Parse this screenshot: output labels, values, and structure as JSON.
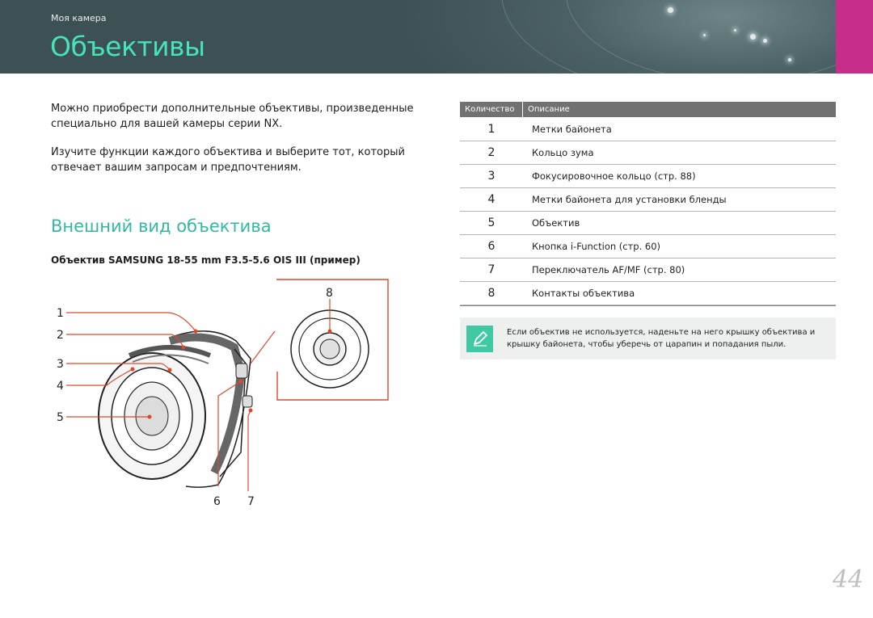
{
  "header": {
    "breadcrumb": "Моя камера",
    "title": "Объективы",
    "accent_color": "#45e5b8",
    "tab_color": "#c72e8c"
  },
  "intro": {
    "paragraph1": "Можно приобрести дополнительные объективы, произведенные специально для вашей камеры серии NX.",
    "paragraph2": "Изучите функции каждого объектива и выберите тот, который отвечает вашим запросам и предпочтениям."
  },
  "section": {
    "title": "Внешний вид объектива",
    "lens_caption": "Объектив SAMSUNG 18-55 mm F3.5-5.6 OIS III (пример)"
  },
  "figure": {
    "callouts": [
      "1",
      "2",
      "3",
      "4",
      "5",
      "6",
      "7",
      "8"
    ]
  },
  "table": {
    "headers": [
      "Количество",
      "Описание"
    ],
    "rows": [
      {
        "num": "1",
        "desc": "Метки байонета"
      },
      {
        "num": "2",
        "desc": "Кольцо зума"
      },
      {
        "num": "3",
        "desc": "Фокусировочное кольцо (стр. 88)"
      },
      {
        "num": "4",
        "desc": "Метки байонета для установки бленды"
      },
      {
        "num": "5",
        "desc": "Объектив"
      },
      {
        "num": "6",
        "desc": "Кнопка i-Function (стр. 60)"
      },
      {
        "num": "7",
        "desc": "Переключатель AF/MF (стр. 80)"
      },
      {
        "num": "8",
        "desc": "Контакты объектива"
      }
    ]
  },
  "note": {
    "icon": "pencil-icon",
    "text": "Если объектив не используется, наденьте на него крышку объектива и крышку байонета, чтобы уберечь от царапин и попадания пыли."
  },
  "page_number": "44"
}
